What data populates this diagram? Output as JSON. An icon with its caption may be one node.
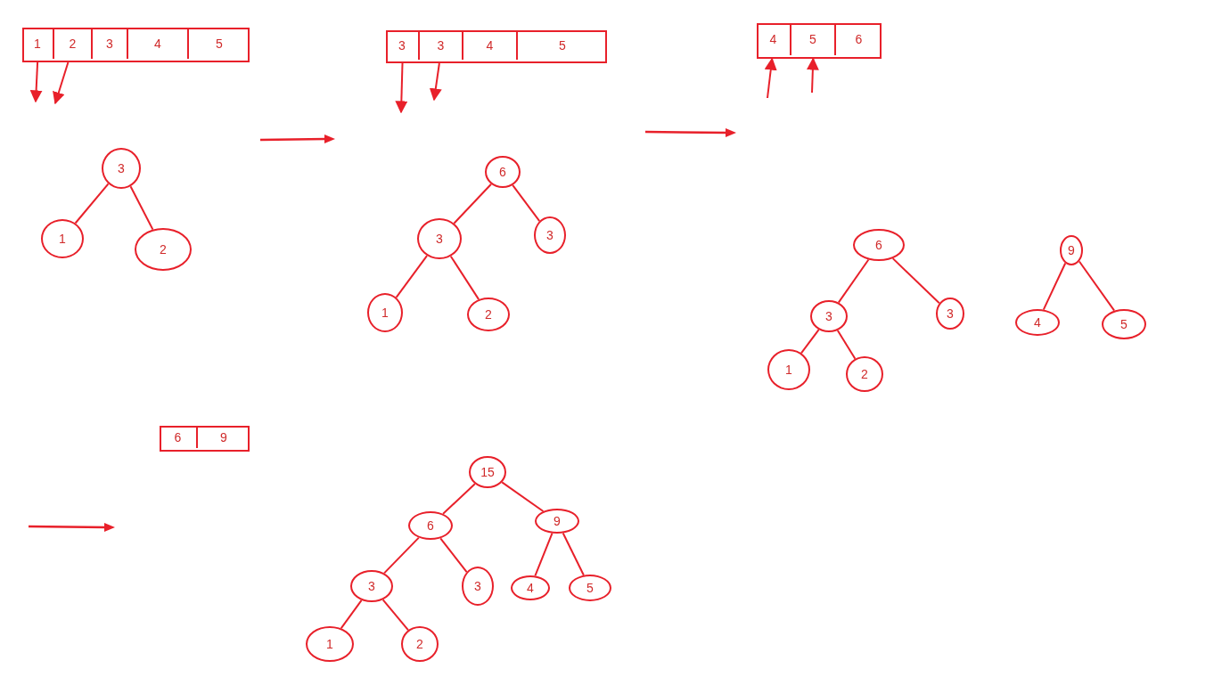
{
  "diagram": {
    "nodes": [
      {
        "text": [],
        "shape": "box"
      },
      {
        "text": [
          "1"
        ],
        "in": 0
      },
      {
        "text": [
          "2"
        ],
        "in": 0
      },
      {
        "text": [
          "3"
        ],
        "in": 0
      },
      {
        "text": [
          "4"
        ],
        "in": 0
      },
      {
        "text": [
          "5"
        ],
        "in": 0
      },
      {
        "text": [],
        "shape": "box"
      },
      {
        "text": [
          "3"
        ],
        "in": 6
      },
      {
        "text": [
          "3"
        ],
        "in": 6
      },
      {
        "text": [
          "4"
        ],
        "in": 6
      },
      {
        "text": [
          "5"
        ],
        "in": 6
      },
      {
        "text": [],
        "shape": "box"
      },
      {
        "text": [
          "4"
        ],
        "in": 11
      },
      {
        "text": [
          "5"
        ],
        "in": 11
      },
      {
        "text": [
          "6"
        ],
        "in": 11
      },
      {
        "text": [],
        "shape": "box"
      },
      {
        "text": [
          "6"
        ],
        "in": 15
      },
      {
        "text": [
          "9"
        ],
        "in": 15
      },
      {
        "text": [
          "3"
        ]
      },
      {
        "text": [
          "1"
        ]
      },
      {
        "text": [
          "2"
        ]
      },
      {
        "text": [
          "6"
        ]
      },
      {
        "text": [
          "3"
        ]
      },
      {
        "text": [
          "3"
        ]
      },
      {
        "text": [
          "1"
        ]
      },
      {
        "text": [
          "2"
        ]
      },
      {
        "text": [
          "6"
        ]
      },
      {
        "text": [
          "3"
        ]
      },
      {
        "text": [
          "3"
        ]
      },
      {
        "text": [
          "1"
        ]
      },
      {
        "text": [
          "2"
        ]
      },
      {
        "text": [
          "9"
        ]
      },
      {
        "text": [
          "4"
        ]
      },
      {
        "text": [
          "5"
        ]
      },
      {
        "text": [
          "15"
        ]
      },
      {
        "text": [
          "6"
        ]
      },
      {
        "text": [
          "9"
        ]
      },
      {
        "text": [
          "3"
        ]
      },
      {
        "text": [
          "3"
        ]
      },
      {
        "text": [
          "4"
        ]
      },
      {
        "text": [
          "5"
        ]
      },
      {
        "text": [
          "1"
        ]
      },
      {
        "text": [
          "2"
        ]
      }
    ],
    "edges": [
      {
        "from": 1,
        "to": null,
        "arrow": "to"
      },
      {
        "from": 2,
        "to": null,
        "arrow": "to"
      },
      {
        "from": 7,
        "to": null,
        "arrow": "to"
      },
      {
        "from": 8,
        "to": null,
        "arrow": "to"
      },
      {
        "from": null,
        "to": 12,
        "arrow": "to"
      },
      {
        "from": null,
        "to": 13,
        "arrow": "to"
      },
      {
        "from": 18,
        "to": 19,
        "arrow": "none"
      },
      {
        "from": 18,
        "to": 20,
        "arrow": "none"
      },
      {
        "from": 21,
        "to": 22,
        "arrow": "none"
      },
      {
        "from": 21,
        "to": 23,
        "arrow": "none"
      },
      {
        "from": 22,
        "to": 24,
        "arrow": "none"
      },
      {
        "from": 22,
        "to": 25,
        "arrow": "none"
      },
      {
        "from": 26,
        "to": 27,
        "arrow": "none"
      },
      {
        "from": 26,
        "to": 28,
        "arrow": "none"
      },
      {
        "from": 27,
        "to": 29,
        "arrow": "none"
      },
      {
        "from": 27,
        "to": 30,
        "arrow": "none"
      },
      {
        "from": 31,
        "to": 32,
        "arrow": "none"
      },
      {
        "from": 31,
        "to": 33,
        "arrow": "none"
      },
      {
        "from": 34,
        "to": 35,
        "arrow": "none"
      },
      {
        "from": 34,
        "to": 36,
        "arrow": "none"
      },
      {
        "from": 35,
        "to": 37,
        "arrow": "none"
      },
      {
        "from": 35,
        "to": 38,
        "arrow": "none"
      },
      {
        "from": 36,
        "to": 39,
        "arrow": "none"
      },
      {
        "from": 36,
        "to": 40,
        "arrow": "none"
      },
      {
        "from": 37,
        "to": 41,
        "arrow": "none"
      },
      {
        "from": 37,
        "to": 42,
        "arrow": "none"
      }
    ]
  }
}
